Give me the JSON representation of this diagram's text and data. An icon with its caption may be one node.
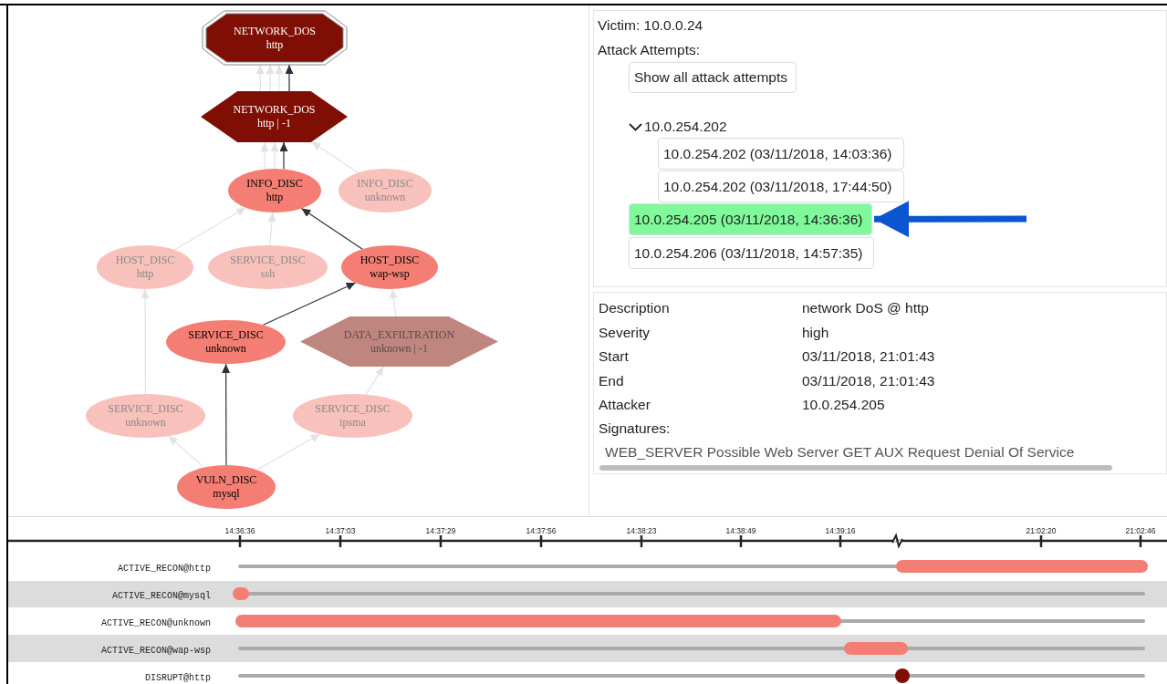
{
  "diagram": {
    "nodes": [
      {
        "text": [
          "NETWORK_DOS",
          "http"
        ]
      },
      {
        "text": [
          "NETWORK_DOS",
          "http | -1"
        ]
      },
      {
        "text": [
          "INFO_DISC",
          "http"
        ]
      },
      {
        "text": [
          "INFO_DISC",
          "unknown"
        ]
      },
      {
        "text": [
          "HOST_DISC",
          "http"
        ]
      },
      {
        "text": [
          "SERVICE_DISC",
          "ssh"
        ]
      },
      {
        "text": [
          "HOST_DISC",
          "wap-wsp"
        ]
      },
      {
        "text": [
          "SERVICE_DISC",
          "unknown"
        ]
      },
      {
        "text": [
          "DATA_EXFILTRATION",
          "unknown | -1"
        ]
      },
      {
        "text": [
          "SERVICE_DISC",
          "unknown"
        ]
      },
      {
        "text": [
          "SERVICE_DISC",
          "ipsma"
        ]
      },
      {
        "text": [
          "VULN_DISC",
          "mysql"
        ]
      },
      {
        "text": [
          "Show all attack attempts"
        ]
      },
      {
        "text": [
          "10.0.254.202 (03/11/2018, 14:03:36)"
        ]
      },
      {
        "text": [
          "10.0.254.202 (03/11/2018, 17:44:50)"
        ]
      },
      {
        "text": [
          "10.0.254.205 (03/11/2018, 14:36:36)"
        ]
      },
      {
        "text": [
          "10.0.254.206 (03/11/2018, 14:57:35)"
        ]
      }
    ],
    "edges": [
      {
        "from": 1,
        "to": 0,
        "arrow": "to"
      },
      {
        "from": 1,
        "to": 0,
        "arrow": "to"
      },
      {
        "from": 1,
        "to": 0,
        "arrow": "to"
      },
      {
        "from": 1,
        "to": 0,
        "arrow": "to",
        "color": "#2b3138"
      },
      {
        "from": 2,
        "to": 1,
        "arrow": "to"
      },
      {
        "from": 2,
        "to": 1,
        "arrow": "to"
      },
      {
        "from": 2,
        "to": 1,
        "arrow": "to",
        "color": "#2b3138"
      },
      {
        "from": 3,
        "to": 1,
        "arrow": "to"
      },
      {
        "from": 4,
        "to": 2,
        "arrow": "to"
      },
      {
        "from": 5,
        "to": 2,
        "arrow": "to"
      },
      {
        "from": 6,
        "to": 2,
        "arrow": "to",
        "color": "#2b3138"
      },
      {
        "from": 7,
        "to": 6,
        "arrow": "to",
        "color": "#2b3138"
      },
      {
        "from": 8,
        "to": 6,
        "arrow": "to"
      },
      {
        "from": 9,
        "to": 4,
        "arrow": "to"
      },
      {
        "from": 11,
        "to": 9,
        "arrow": "to"
      },
      {
        "from": 11,
        "to": 7,
        "arrow": "to",
        "color": "#2b3138"
      },
      {
        "from": 11,
        "to": 10,
        "arrow": "to"
      },
      {
        "from": 10,
        "to": 8,
        "arrow": "to"
      },
      {
        "from": null,
        "to": 15,
        "arrow": "to",
        "style": "thick",
        "color": "#0a55d0"
      }
    ],
    "labels": [
      "Victim: 10.0.0.24",
      "Attack Attempts:",
      "10.0.254.202",
      "Description",
      "network DoS @ http",
      "Severity",
      "high",
      "Start",
      "03/11/2018, 21:01:43",
      "End",
      "03/11/2018, 21:01:43",
      "Attacker",
      "10.0.254.205",
      "Signatures:",
      "WEB_SERVER Possible Web Server GET AUX Request Denial Of Service",
      "14:36:36",
      "14:37:03",
      "14:37:29",
      "14:37:56",
      "14:38:23",
      "14:38:49",
      "14:39:16",
      "21:02:20",
      "21:02:46",
      "ACTIVE_RECON@http",
      "ACTIVE_RECON@mysql",
      "ACTIVE_RECON@unknown",
      "ACTIVE_RECON@wap-wsp",
      "DISRUPT@http"
    ]
  }
}
